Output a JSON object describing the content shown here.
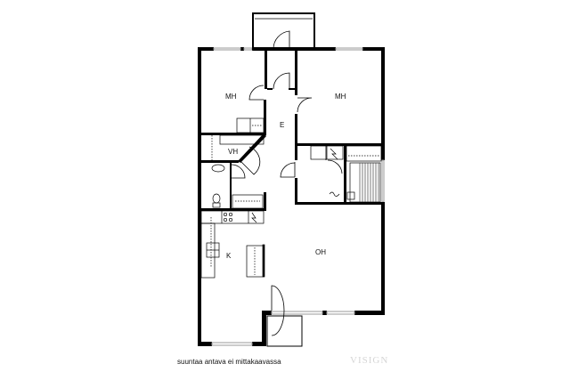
{
  "rooms": {
    "bedroom_left": "MH",
    "bedroom_right": "MH",
    "hall": "E",
    "wardrobe": "VH",
    "kitchen": "K",
    "living_room": "OH"
  },
  "note": "suuntaa antava ei mittakaavassa",
  "watermark": "VISIGN",
  "colors": {
    "wall": "#000000",
    "window": "#999999"
  }
}
